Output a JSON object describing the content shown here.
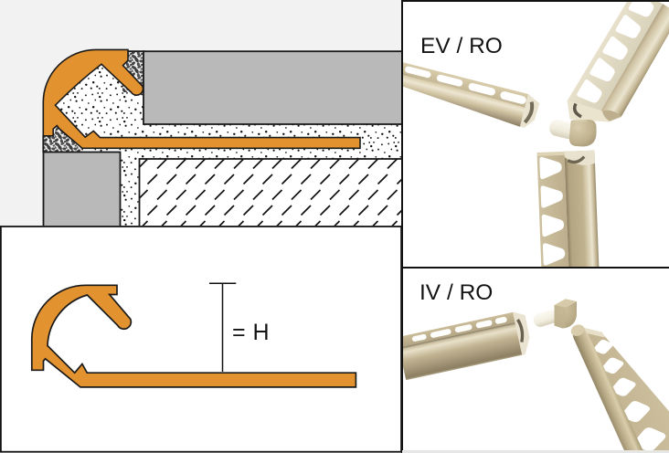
{
  "figure": {
    "type": "product-technical-illustration",
    "panels": {
      "installation_cross_section": {
        "description": "cross-section of quarter-round edge profile installed with tile, thin-set and substrate"
      },
      "profile_height_diagram": {
        "dimension_label": "= H"
      },
      "corner_ev": {
        "label": "EV / RO"
      },
      "corner_iv": {
        "label": "IV / RO"
      }
    }
  },
  "colors": {
    "profile_orange": "#e2922f",
    "tile_gray": "#b9b9b9",
    "background_gray": "#f2f2f2",
    "outline": "#1a1a1a",
    "beige_flange": "#cfc2a2",
    "beige_light": "#ece5d1",
    "beige_dark": "#948768",
    "white_plug": "#f3f0e2"
  }
}
